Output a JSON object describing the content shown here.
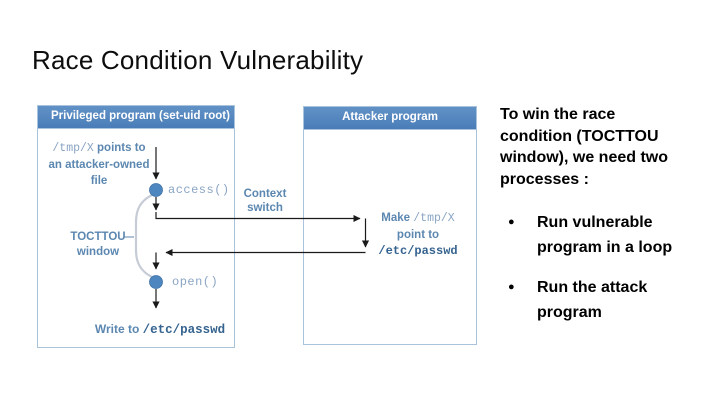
{
  "slide": {
    "title": "Race Condition Vulnerability"
  },
  "diagram": {
    "privileged": {
      "header": "Privileged program (set-uid root)",
      "note_line1_code": "/tmp/X",
      "note_line1_text": "points to",
      "note_line2": "an attacker-owned",
      "note_line3": "file",
      "access_label": "access()",
      "tocttou_line1": "TOCTTOU",
      "tocttou_line2": "window",
      "open_label": "open()",
      "write_label": "Write to ",
      "write_code": "/etc/passwd"
    },
    "context_switch": {
      "line1": "Context",
      "line2": "switch"
    },
    "attacker": {
      "header": "Attacker program",
      "make_label": "Make ",
      "make_code": "/tmp/X",
      "point_label": "point to",
      "target_code": "/etc/passwd"
    },
    "colors": {
      "header_bg": "#4f81bd",
      "box_border": "#a9c3dd",
      "node_fill": "#4e86c0",
      "blue_text": "#5b87b0",
      "code_text_light": "#8aa5c4",
      "code_text_bold": "#35638f",
      "arrow": "#1a1a1a",
      "brace": "#c6ccd6"
    }
  },
  "sidebar_text": {
    "intro_lines": [
      "To win the race",
      "condition (TOCTTOU",
      "window), we need two",
      "processes :"
    ],
    "bullet_glyph": "●",
    "bullets": [
      {
        "lines": [
          "Run vulnerable",
          "program in a loop"
        ]
      },
      {
        "lines": [
          "Run the attack",
          "program"
        ]
      }
    ]
  }
}
